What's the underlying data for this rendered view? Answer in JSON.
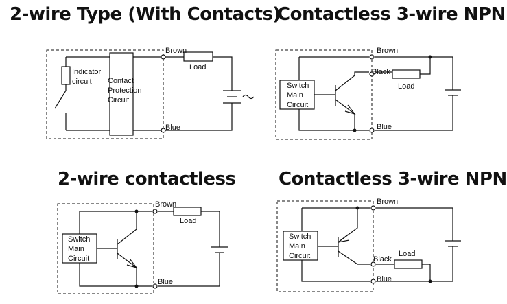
{
  "diagrams": [
    {
      "title": "2-wire Type (With Contacts)",
      "labels": {
        "brown": "Brown",
        "blue": "Blue",
        "load": "Load",
        "indicator": [
          "Indicator",
          "circuit"
        ],
        "protection": [
          "Contact",
          "Protection",
          "Circuit"
        ]
      }
    },
    {
      "title": "Contactless 3-wire NPN",
      "labels": {
        "brown": "Brown",
        "black": "Black",
        "blue": "Blue",
        "load": "Load",
        "switch": [
          "Switch",
          "Main",
          "Circuit"
        ]
      }
    },
    {
      "title": "2-wire contactless",
      "labels": {
        "brown": "Brown",
        "blue": "Blue",
        "load": "Load",
        "switch": [
          "Switch",
          "Main",
          "Circuit"
        ]
      }
    },
    {
      "title": "Contactless 3-wire NPN",
      "labels": {
        "brown": "Brown",
        "black": "Black",
        "blue": "Blue",
        "load": "Load",
        "switch": [
          "Switch",
          "Main",
          "Circuit"
        ]
      }
    }
  ]
}
